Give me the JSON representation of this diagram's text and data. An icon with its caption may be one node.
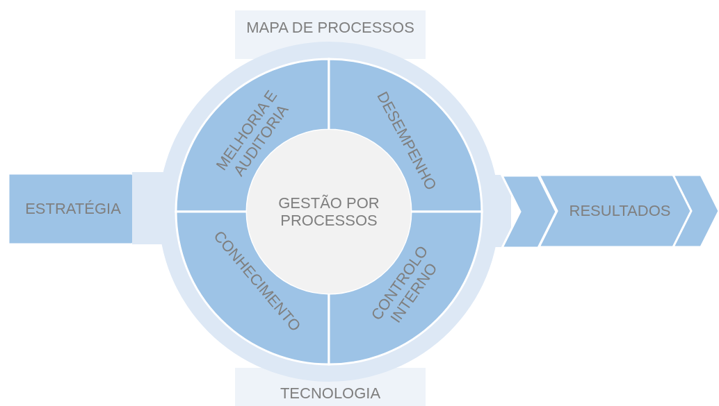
{
  "diagram": {
    "nodes": [
      {
        "text": [
          "MAPA DE PROCESSOS"
        ]
      },
      {
        "text": [
          "TECNOLOGIA"
        ]
      },
      {
        "text": [
          "ESTRATÉGIA"
        ]
      },
      {
        "text": [],
        "shape": "circle"
      },
      {
        "text": [
          "MELHORIA E AUDITORIA"
        ],
        "in": 3
      },
      {
        "text": [
          "DESEMPENHO"
        ],
        "in": 3
      },
      {
        "text": [
          "CONHECIMENTO"
        ],
        "in": 3
      },
      {
        "text": [
          "CONTROLO INTERNO"
        ],
        "in": 3
      },
      {
        "text": [
          "GESTÃO POR PROCESSOS"
        ],
        "in": 3
      },
      {
        "text": [
          "RESULTADOS"
        ]
      }
    ],
    "edges": [
      {
        "from": 3,
        "to": 9,
        "arrow": "to"
      },
      {
        "from": 9,
        "to": null,
        "arrow": "to"
      }
    ]
  }
}
